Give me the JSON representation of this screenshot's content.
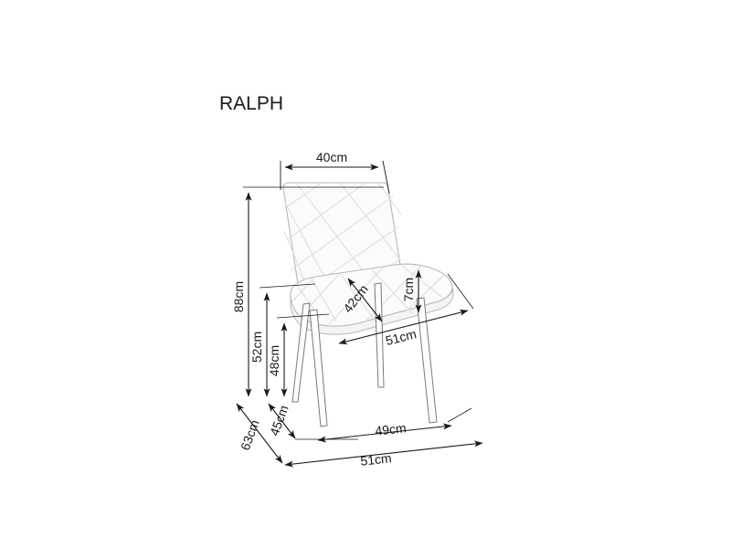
{
  "page": {
    "title": "RALPH",
    "background_color": "#ffffff",
    "line_color": "#1a1a1a",
    "product_outline_color": "#b8b8b8",
    "quilt_line_color": "#d8d8d8",
    "product_fill_color": "#fbfbfb"
  },
  "drawing": {
    "type": "technical-dimension-drawing",
    "subject": "dining-chair",
    "units": "cm",
    "view": "three-quarter perspective"
  },
  "dimensions": {
    "backrest_width": {
      "label": "40cm",
      "value": 40,
      "unit": "cm",
      "orientation": "horizontal",
      "position": "top"
    },
    "total_height": {
      "label": "88cm",
      "value": 88,
      "unit": "cm",
      "orientation": "vertical",
      "position": "left-outer"
    },
    "seat_back_height": {
      "label": "52cm",
      "value": 52,
      "unit": "cm",
      "orientation": "vertical",
      "position": "left-middle"
    },
    "seat_height": {
      "label": "48cm",
      "value": 48,
      "unit": "cm",
      "orientation": "vertical",
      "position": "left-inner"
    },
    "seat_depth": {
      "label": "42cm",
      "value": 42,
      "unit": "cm",
      "orientation": "diagonal",
      "position": "seat-center"
    },
    "cushion_thickness": {
      "label": "7cm",
      "value": 7,
      "unit": "cm",
      "orientation": "vertical",
      "position": "seat-right"
    },
    "seat_width": {
      "label": "51cm",
      "value": 51,
      "unit": "cm",
      "orientation": "horizontal",
      "position": "under-seat"
    },
    "depth_diagonal": {
      "label": "45cm",
      "value": 45,
      "unit": "cm",
      "orientation": "diagonal",
      "position": "lower-left-inner"
    },
    "overall_depth": {
      "label": "63cm",
      "value": 63,
      "unit": "cm",
      "orientation": "diagonal",
      "position": "lower-left-outer"
    },
    "leg_span_front": {
      "label": "49cm",
      "value": 49,
      "unit": "cm",
      "orientation": "horizontal",
      "position": "bottom-inner"
    },
    "overall_width": {
      "label": "51cm",
      "value": 51,
      "unit": "cm",
      "orientation": "horizontal",
      "position": "bottom-outer"
    }
  }
}
